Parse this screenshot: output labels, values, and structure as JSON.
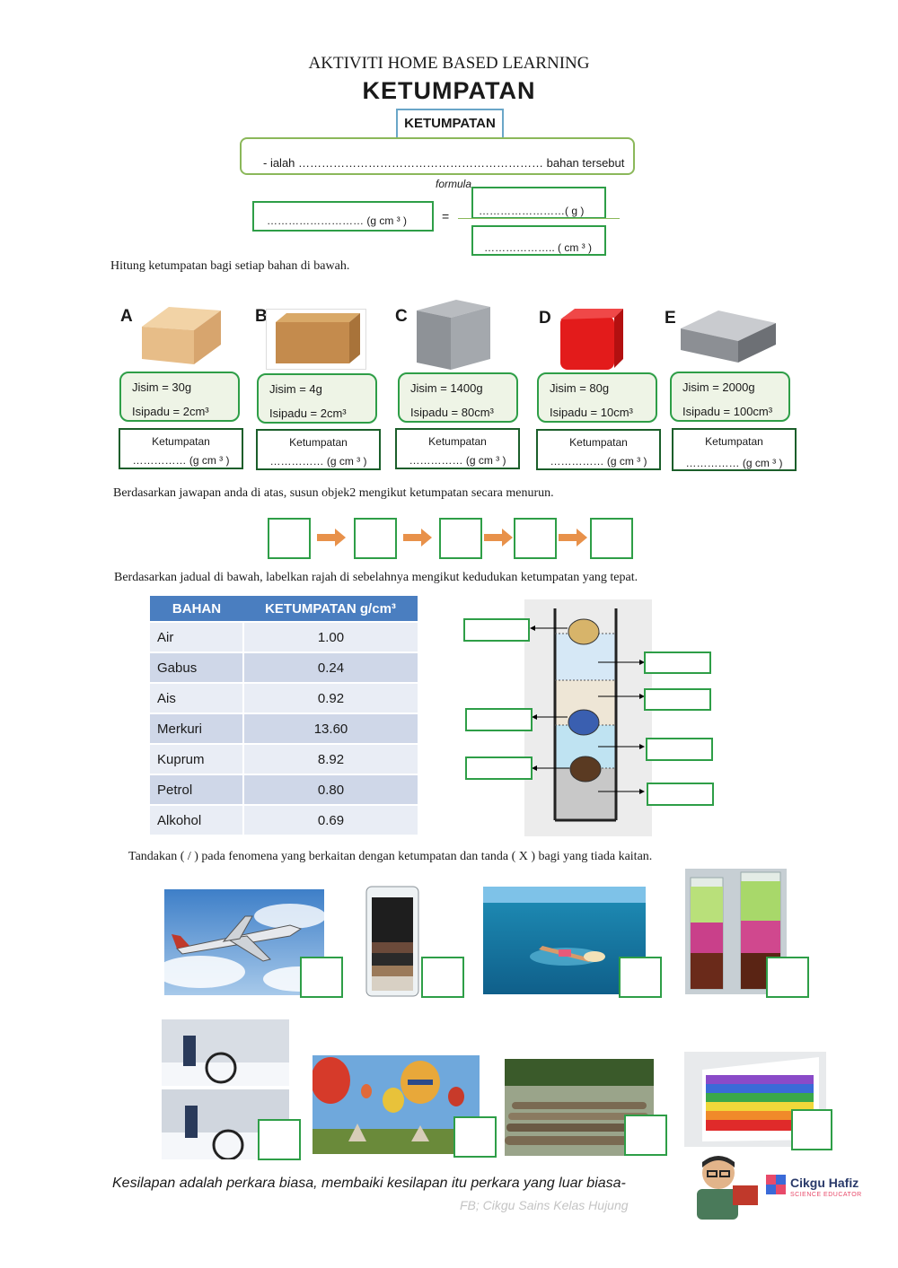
{
  "header": {
    "top_title": "AKTIVITI HOME BASED LEARNING",
    "main_title": "KETUMPATAN",
    "label": "KETUMPATAN"
  },
  "definition": {
    "text": "-  ialah ……………………………………………………… bahan tersebut",
    "formula_label": "formula",
    "lhs": "……………………… (g cm ³ )",
    "equals": "=",
    "numerator": "……………………( g )",
    "denominator": "……………….. ( cm ³ )"
  },
  "q1": {
    "instruction": "Hitung ketumpatan bagi setiap bahan di bawah.",
    "items": [
      {
        "letter": "A",
        "mass": "Jisim = 30g",
        "volume": "Isipadu = 2cm³",
        "result_label": "Ketumpatan",
        "result_blank": "…………… (g cm ³ )"
      },
      {
        "letter": "B",
        "mass": "Jisim = 4g",
        "volume": "Isipadu = 2cm³",
        "result_label": "Ketumpatan",
        "result_blank": "…………… (g cm ³ )"
      },
      {
        "letter": "C",
        "mass": "Jisim = 1400g",
        "volume": "Isipadu = 80cm³",
        "result_label": "Ketumpatan",
        "result_blank": "…………… (g cm ³ )"
      },
      {
        "letter": "D",
        "mass": "Jisim = 80g",
        "volume": "Isipadu = 10cm³",
        "result_label": "Ketumpatan",
        "result_blank": "…………… (g cm ³ )"
      },
      {
        "letter": "E",
        "mass": "Jisim = 2000g",
        "volume": "Isipadu = 100cm³",
        "result_label": "Ketumpatan",
        "result_blank": "…………… (g cm ³ )"
      }
    ]
  },
  "q2": {
    "instruction": "Berdasarkan jawapan anda di atas, susun objek2 mengikut ketumpatan secara menurun."
  },
  "q3": {
    "instruction": "Berdasarkan jadual di bawah, labelkan rajah di sebelahnya mengikut kedudukan ketumpatan yang tepat.",
    "table": {
      "headers": [
        "BAHAN",
        "KETUMPATAN g/cm³"
      ],
      "rows": [
        [
          "Air",
          "1.00"
        ],
        [
          "Gabus",
          "0.24"
        ],
        [
          "Ais",
          "0.92"
        ],
        [
          "Merkuri",
          "13.60"
        ],
        [
          "Kuprum",
          "8.92"
        ],
        [
          "Petrol",
          "0.80"
        ],
        [
          "Alkohol",
          "0.69"
        ]
      ]
    }
  },
  "q4": {
    "instruction": "Tandakan ( / ) pada fenomena yang berkaitan dengan ketumpatan dan tanda ( X ) bagi yang tiada kaitan."
  },
  "footer": {
    "quote": "Kesilapan adalah perkara biasa, membaiki kesilapan itu perkara yang luar biasa-",
    "credit": "FB; Cikgu Sains Kelas Hujung",
    "brand": "Cikgu Hafiz",
    "brand_sub": "SCIENCE EDUCATOR"
  },
  "colors": {
    "green": "#2e9e47",
    "table_header": "#4a7ec0",
    "arrow": "#e8914a"
  }
}
